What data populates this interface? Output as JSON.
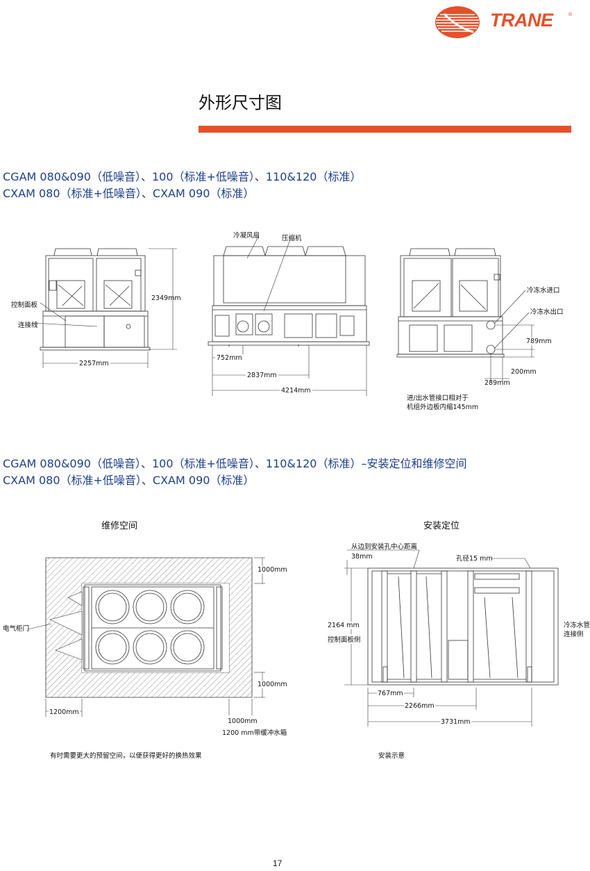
{
  "header": {
    "brand": "TRANE",
    "brand_color": "#e5502a",
    "registered_mark": "®",
    "page_title": "外形尺寸图"
  },
  "section1": {
    "heading_line1": "CGAM 080&090（低噪音）、100（标准+低噪音）、110&120（标准）",
    "heading_line2": "CXAM 080（标准+低噪音）、CXAM 090（标准）",
    "front_view": {
      "control_panel": "控制面板",
      "wiring": "连接线",
      "height": "2349mm",
      "width": "2257mm"
    },
    "side_view": {
      "condenser_fan": "冷凝风扇",
      "compressor": "压缩机",
      "dim_752": "752mm",
      "dim_2837": "2837mm",
      "dim_4214": "4214mm"
    },
    "rear_view": {
      "water_inlet": "冷冻水进口",
      "water_outlet": "冷冻水出口",
      "dim_789": "789mm",
      "dim_200": "200mm",
      "dim_289": "289mm",
      "note_line1": "进/出水管接口相对于",
      "note_line2": "机组外边板内缩145mm"
    }
  },
  "section2": {
    "heading_line1": "CGAM 080&090（低噪音）、100（标准+低噪音）、110&120（标准）–安装定位和维修空间",
    "heading_line2": "CXAM 080（标准+低噪音）、CXAM 090（标准）",
    "service": {
      "title": "维修空间",
      "cabinet_door": "电气柜门",
      "top_clear": "1000mm",
      "bottom_clear": "1000mm",
      "left_clear": "1200mm",
      "right_clear": "1000mm",
      "buffer_tank": "1200 mm带缓冲水箱",
      "note": "有时需要更大的预留空间，以便获得更好的换热效果"
    },
    "install": {
      "title": "安装定位",
      "edge_to_hole": "从边到安装孔中心距离",
      "dim_38": "38mm",
      "hole_dia": "孔径15 mm",
      "dim_2164": "2164 mm",
      "panel_side": "控制面板侧",
      "water_side_1": "冷冻水管",
      "water_side_2": "连接侧",
      "dim_767": "767mm",
      "dim_2266": "2266mm",
      "dim_3731": "3731mm",
      "caption": "安装示意"
    }
  },
  "footer": {
    "page_number": "17"
  }
}
